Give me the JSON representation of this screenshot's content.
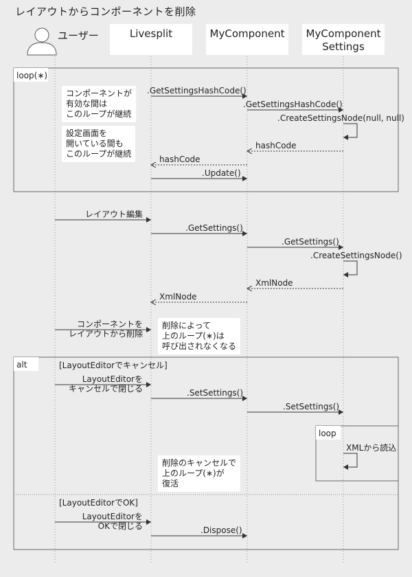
{
  "title": "レイアウトからコンポーネントを削除",
  "participants": {
    "user": "ユーザー",
    "livesplit": "Livesplit",
    "component": "MyComponent",
    "settings_l1": "MyComponent",
    "settings_l2": "Settings"
  },
  "frames": {
    "loop1_tag": "loop(∗)",
    "alt_tag": "alt",
    "alt_guard1": "[LayoutEditorでキャンセル]",
    "alt_guard2": "[LayoutEditorでOK]",
    "loop2_tag": "loop"
  },
  "notes": {
    "n1": [
      "コンポーネントが",
      "有効な間は",
      "このループが継続"
    ],
    "n2": [
      "設定画面を",
      "開いている間も",
      "このループが継続"
    ],
    "n3": [
      "削除によって",
      "上のループ(∗)は",
      "呼び出されなくなる"
    ],
    "n4": [
      "削除のキャンセルで",
      "上のループ(∗)が",
      "復活"
    ]
  },
  "messages": {
    "m1": ".GetSettingsHashCode()",
    "m2": ".GetSettingsHashCode()",
    "m3": ".CreateSettingsNode(null, null)",
    "m4": "hashCode",
    "m5": "hashCode",
    "m6": ".Update()",
    "m7": "レイアウト編集",
    "m8": ".GetSettings()",
    "m9": ".GetSettings()",
    "m10": ".CreateSettingsNode()",
    "m11": "XmlNode",
    "m12": "XmlNode",
    "m13": [
      "コンポーネントを",
      "レイアウトから削除"
    ],
    "m14": [
      "LayoutEditorを",
      "キャンセルで閉じる"
    ],
    "m15": ".SetSettings()",
    "m16": ".SetSettings()",
    "m17": "XMLから読込",
    "m18": [
      "LayoutEditorを",
      "OKで閉じる"
    ],
    "m19": ".Dispose()"
  }
}
